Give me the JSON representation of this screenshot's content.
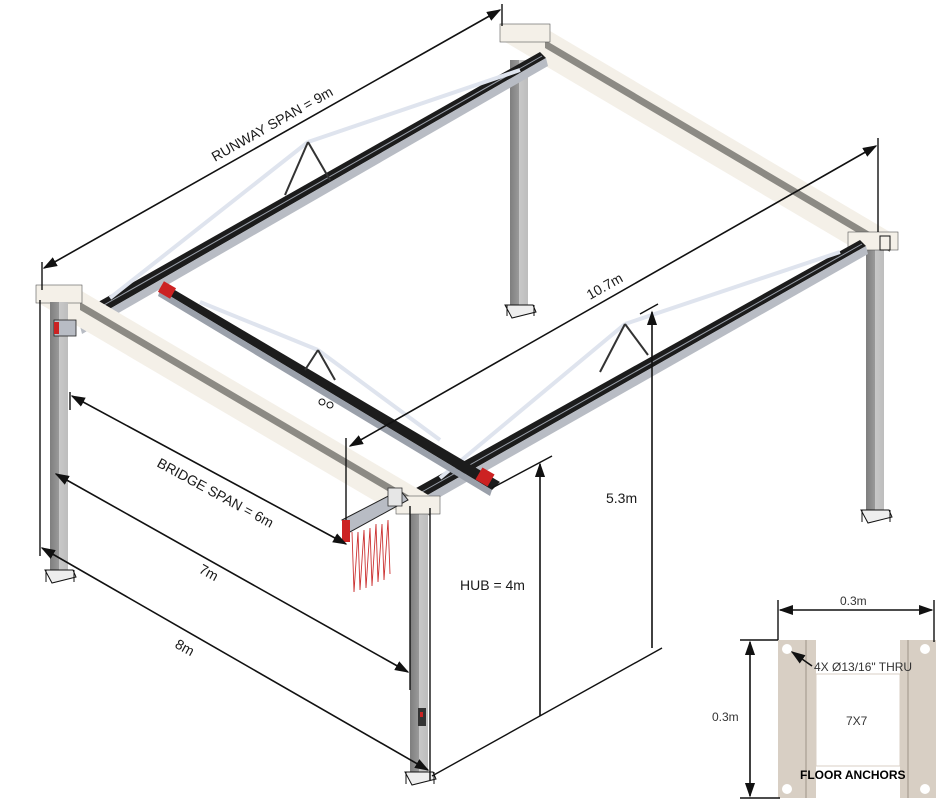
{
  "drawing": {
    "type": "isometric-crane-frame",
    "colors": {
      "top_beam_face": "#f4f0e8",
      "top_beam_side": "#8c8a84",
      "column_light": "#c4c4c4",
      "column_dark": "#7e7e7e",
      "rail_dark": "#1c1c1c",
      "rail_light": "#b8bcc4",
      "tie_rod": "#dfe4ee",
      "end_truck": "#cc2222",
      "anchor_plate": "#d8cfc4",
      "dimension": "#111111"
    }
  },
  "dimensions": {
    "runway_span": "RUNWAY SPAN = 9m",
    "overall_length": "10.7m",
    "bridge_span": "BRIDGE SPAN = 6m",
    "width_inner": "7m",
    "width_outer": "8m",
    "height_overall": "5.3m",
    "hub_height": "HUB = 4m"
  },
  "floor_anchor_detail": {
    "title": "FLOOR ANCHORS",
    "width": "0.3m",
    "height": "0.3m",
    "hole_callout": "4X Ø13/16\" THRU",
    "column_size": "7X7"
  }
}
